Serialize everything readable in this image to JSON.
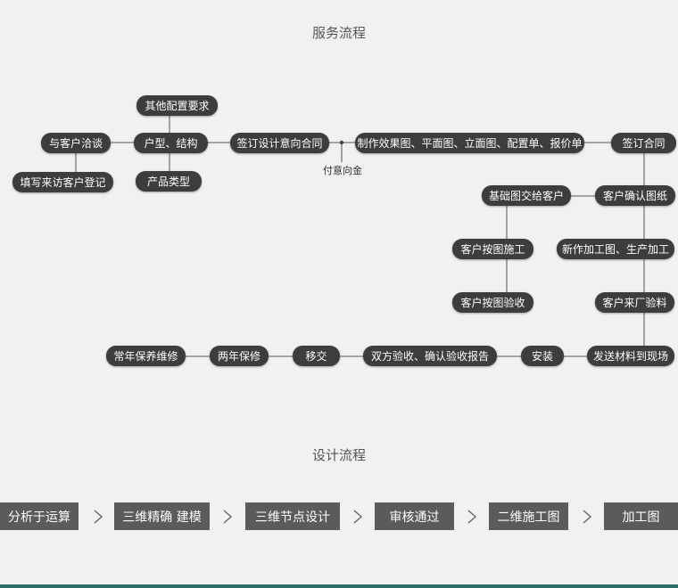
{
  "service_title": "服务流程",
  "design_title": "设计流程",
  "service_flow": {
    "nodes": {
      "other_requirements": "其他配置要求",
      "negotiate": "与客户洽谈",
      "layout_structure": "户型、结构",
      "sign_intent": "签订设计意向合同",
      "make_drawings": "制作效果图、平面图、立面图、配置单、报价单",
      "sign_contract": "签订合同",
      "register_visit": "填写来访客户登记",
      "product_type": "产品类型",
      "base_drawing": "基础图交给客户",
      "confirm_drawings": "客户确认图纸",
      "construct_by_drawing": "客户按图施工",
      "new_processing": "新作加工图、生产加工",
      "accept_by_drawing": "客户按图验收",
      "factory_inspection": "客户来厂验料",
      "lifetime_maintenance": "常年保养维修",
      "two_year_warranty": "两年保修",
      "handover": "移交",
      "mutual_acceptance": "双方验收、确认验收报告",
      "install": "安装",
      "deliver": "发送材料到现场"
    },
    "note_deposit": "付意向金"
  },
  "design_flow": {
    "steps": [
      "分析于运算",
      "三维精确 建模",
      "三维节点设计",
      "审核通过",
      "二维施工图",
      "加工图"
    ]
  }
}
